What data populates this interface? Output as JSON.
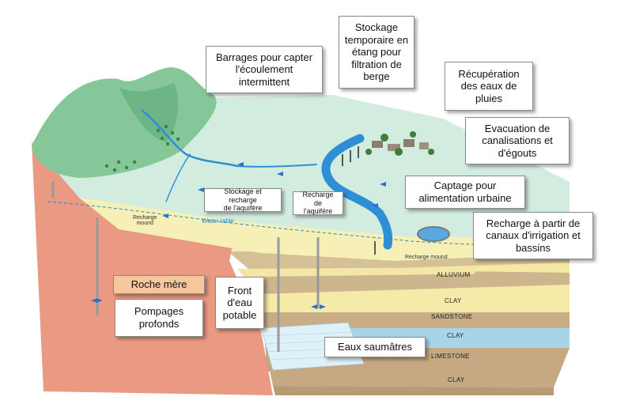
{
  "labels": {
    "barrages": "Barrages pour capter\nl'écoulement\nintermittent",
    "stockage_etang": "Stockage\ntemporaire en\nétang pour\nfiltration de\nberge",
    "recuperation": "Récupération\ndes eaux de\npluies",
    "evacuation": "Evacuation de\ncanalisations et\nd'égouts",
    "captage": "Captage pour\nalimentation urbaine",
    "recharge_canaux": "Recharge à partir de\ncanaux d'irrigation et\nbassins",
    "stockage_recharge": "Stockage et recharge\nde l'aquifère",
    "recharge_aquifere": "Recharge de\nl'aquifère",
    "roche_mere": "Roche mère",
    "pompages": "Pompages\nprofonds",
    "front_eau": "Front\nd'eau\npotable",
    "eaux_saumatres": "Eaux saumâtres"
  },
  "strata": {
    "alluvium": "ALLUVIUM",
    "clay1": "CLAY",
    "sandstone": "SANDSTONE",
    "clay2": "CLAY",
    "limestone": "LIMESTONE",
    "clay3": "CLAY"
  },
  "annotations": {
    "water_table": "Water table",
    "recharge_mound_left": "Recharge\nmound",
    "recharge_mound_right": "Recharge mound"
  },
  "colors": {
    "bedrock": "#e8907a",
    "surface": "#cfe9dc",
    "hills": "#7fc391",
    "water": "#2e8fd6",
    "aquifer": "#f6efb0",
    "clay": "#c9b48f",
    "limestone": "#a9d3ea",
    "roche_mere_box": "#f6c79c"
  }
}
